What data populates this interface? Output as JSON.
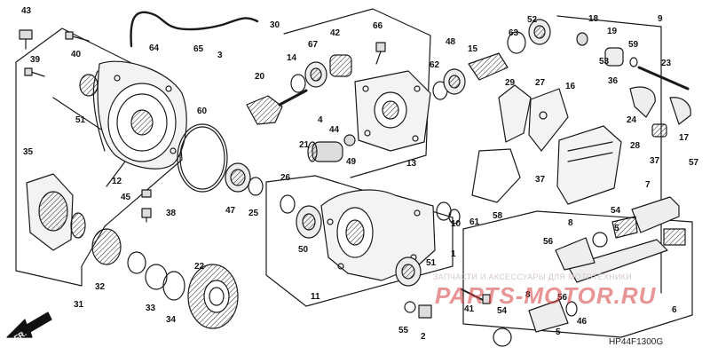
{
  "diagram": {
    "code": "HP44F1300G",
    "direction_label": "FR.",
    "watermark_text": "ЗАПЧАСТИ И АКСЕССУАРЫ ДЛЯ МОТОТЕХНИКИ",
    "watermark_logo": "PARTS-MOTOR.RU",
    "callouts": [
      "43",
      "30",
      "40",
      "64",
      "65",
      "3",
      "66",
      "42",
      "67",
      "14",
      "52",
      "63",
      "18",
      "19",
      "9",
      "39",
      "20",
      "48",
      "15",
      "62",
      "59",
      "23",
      "53",
      "44",
      "51",
      "60",
      "4",
      "49",
      "29",
      "27",
      "16",
      "36",
      "24",
      "22",
      "17",
      "35",
      "12",
      "21",
      "13",
      "37",
      "28",
      "57",
      "45",
      "38",
      "47",
      "25",
      "26",
      "58",
      "7",
      "10",
      "50",
      "61",
      "54",
      "56",
      "32",
      "1",
      "5",
      "6",
      "8",
      "31",
      "33",
      "34",
      "55",
      "11",
      "46",
      "2",
      "41"
    ]
  }
}
